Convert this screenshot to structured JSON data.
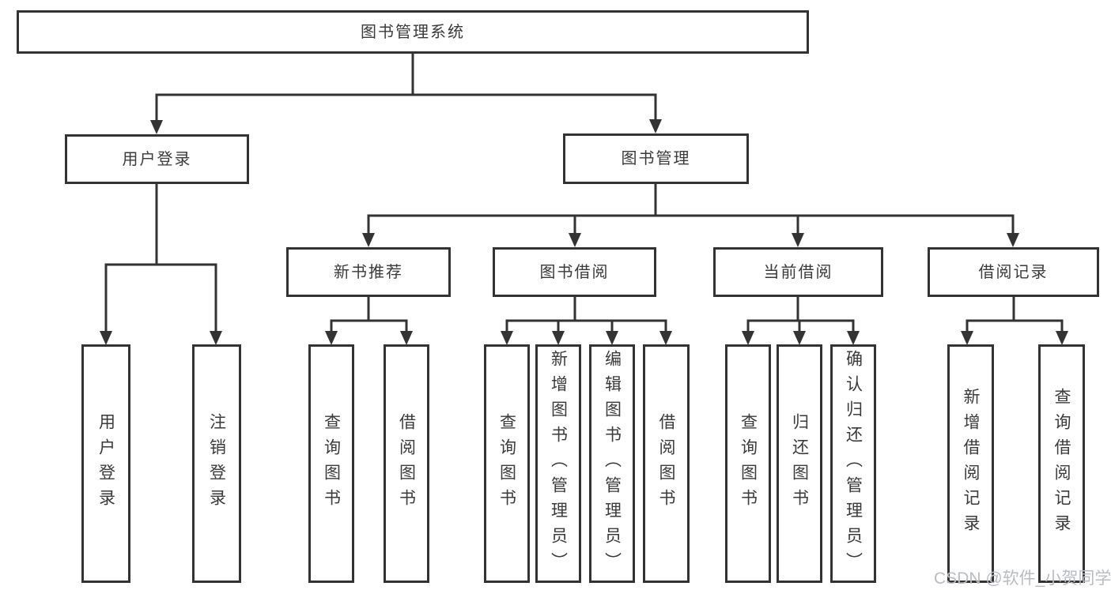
{
  "diagram_title": "图书管理系统",
  "tree": {
    "label": "图书管理系统",
    "children": [
      {
        "label": "用户登录",
        "children": [
          {
            "label": "用户登录"
          },
          {
            "label": "注销登录"
          }
        ]
      },
      {
        "label": "图书管理",
        "children": [
          {
            "label": "新书推荐",
            "children": [
              {
                "label": "查询图书"
              },
              {
                "label": "借阅图书"
              }
            ]
          },
          {
            "label": "图书借阅",
            "children": [
              {
                "label": "查询图书"
              },
              {
                "label": "新增图书（管理员）"
              },
              {
                "label": "编辑图书（管理员）"
              },
              {
                "label": "借阅图书"
              }
            ]
          },
          {
            "label": "当前借阅",
            "children": [
              {
                "label": "查询图书"
              },
              {
                "label": "归还图书"
              },
              {
                "label": "确认归还（管理员）"
              }
            ]
          },
          {
            "label": "借阅记录",
            "children": [
              {
                "label": "新增借阅记录"
              },
              {
                "label": "查询借阅记录"
              }
            ]
          }
        ]
      }
    ]
  },
  "watermark": "CSDN @软件_小贺同学",
  "colors": {
    "line": "#333333",
    "text": "#3a3a3a",
    "watermark": "#b9bdc3",
    "background": "#ffffff"
  }
}
